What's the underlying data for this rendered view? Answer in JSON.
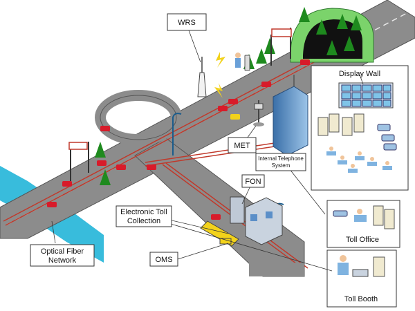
{
  "labels": {
    "wrs": "WRS",
    "display_wall": "Display Wall",
    "met": "MET",
    "internal_phone_1": "Internal Telephone",
    "internal_phone_2": "System",
    "fon": "FON",
    "etc_1": "Electronic Toll",
    "etc_2": "Collection",
    "oms": "OMS",
    "fiber_1": "Optical Fiber",
    "fiber_2": "Network",
    "toll_office": "Toll Office",
    "toll_booth": "Toll Booth"
  },
  "colors": {
    "road": "#8c8c8c",
    "road_edge": "#555555",
    "fiber": "#c0392b",
    "water": "#22b5d8",
    "tree": "#1e8a1e",
    "car": "#d81b2a",
    "taxi": "#f2d21b",
    "tunnel": "#7bd36b"
  }
}
